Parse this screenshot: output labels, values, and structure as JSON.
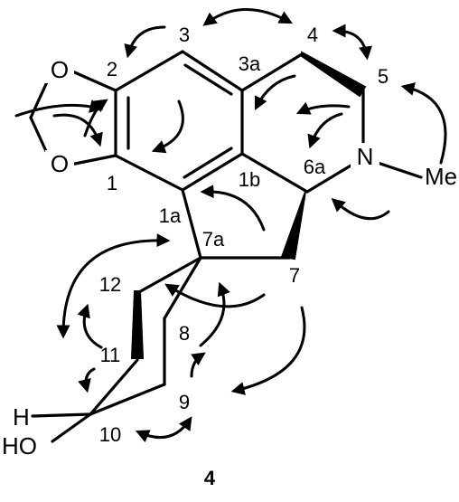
{
  "diagram": {
    "compound_label": "4",
    "atoms": {
      "o_top": "O",
      "o_bottom": "O",
      "nitrogen": "N",
      "methyl": "Me",
      "hydrogen": "H",
      "hydroxyl": "HO"
    },
    "locants": {
      "c1": "1",
      "c1a": "1a",
      "c1b": "1b",
      "c2": "2",
      "c3": "3",
      "c3a": "3a",
      "c4": "4",
      "c5": "5",
      "c6a": "6a",
      "c7": "7",
      "c7a": "7a",
      "c8": "8",
      "c9": "9",
      "c10": "10",
      "c11": "11",
      "c12": "12"
    }
  }
}
